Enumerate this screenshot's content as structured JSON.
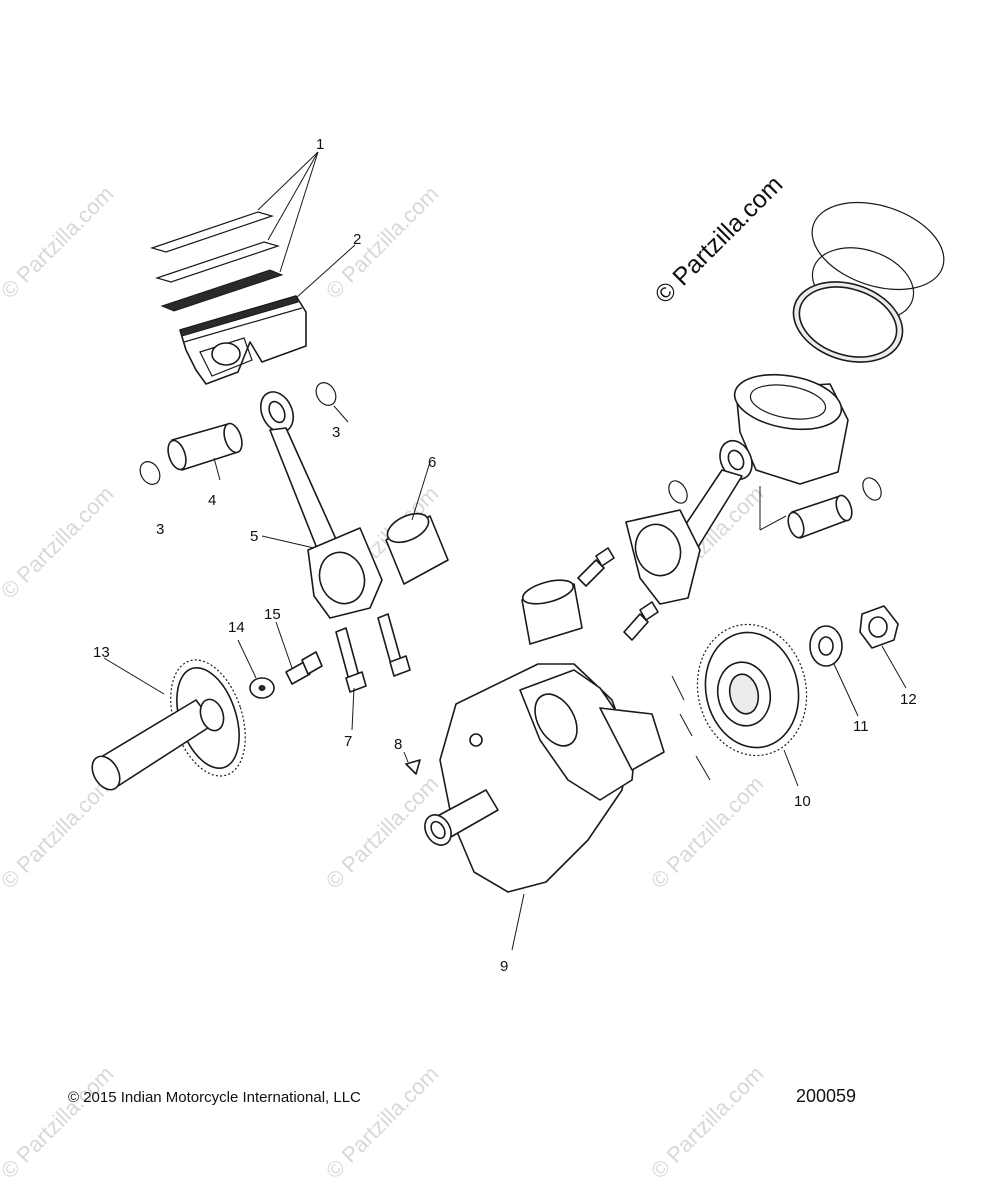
{
  "diagram": {
    "callouts": [
      "1",
      "2",
      "3",
      "3",
      "4",
      "5",
      "6",
      "7",
      "8",
      "9",
      "10",
      "11",
      "12",
      "13",
      "14",
      "15"
    ],
    "watermark": "© Partzilla.com",
    "watermark_main": "© Partzilla.com",
    "copyright": "© 2015 Indian Motorcycle International, LLC",
    "doc_number": "200059"
  }
}
